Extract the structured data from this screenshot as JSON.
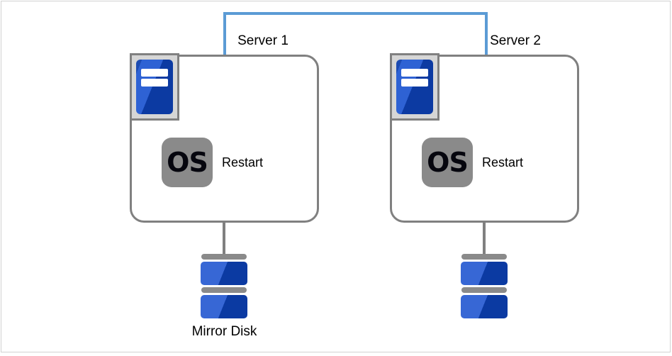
{
  "servers": [
    {
      "label": "Server 1",
      "os_badge": "OS",
      "action": "Restart"
    },
    {
      "label": "Server 2",
      "os_badge": "OS",
      "action": "Restart"
    }
  ],
  "storage": {
    "mirror_disk_label": "Mirror Disk"
  },
  "icons": {
    "server_tower": "server-tower-icon",
    "os_badge": "os-badge-icon",
    "disk_stack": "disk-stack-icon",
    "interconnect": "interconnect-line",
    "disk_connector": "disk-connector-line"
  },
  "colors": {
    "interconnect": "#5b9bd5",
    "outline": "#808080",
    "icon_container": "#d6d6d6",
    "os_badge_gray": "#8a8a8a",
    "tower_blue_shadow": "#1c4bb2",
    "tower_blue_light": "#2e62d4",
    "tower_blue_dark": "#0c3aa2",
    "disk_blue_light": "#3767d5",
    "disk_blue_dark": "#0b3aa2",
    "text": "#000000",
    "frame_border": "#d2d2d2"
  }
}
